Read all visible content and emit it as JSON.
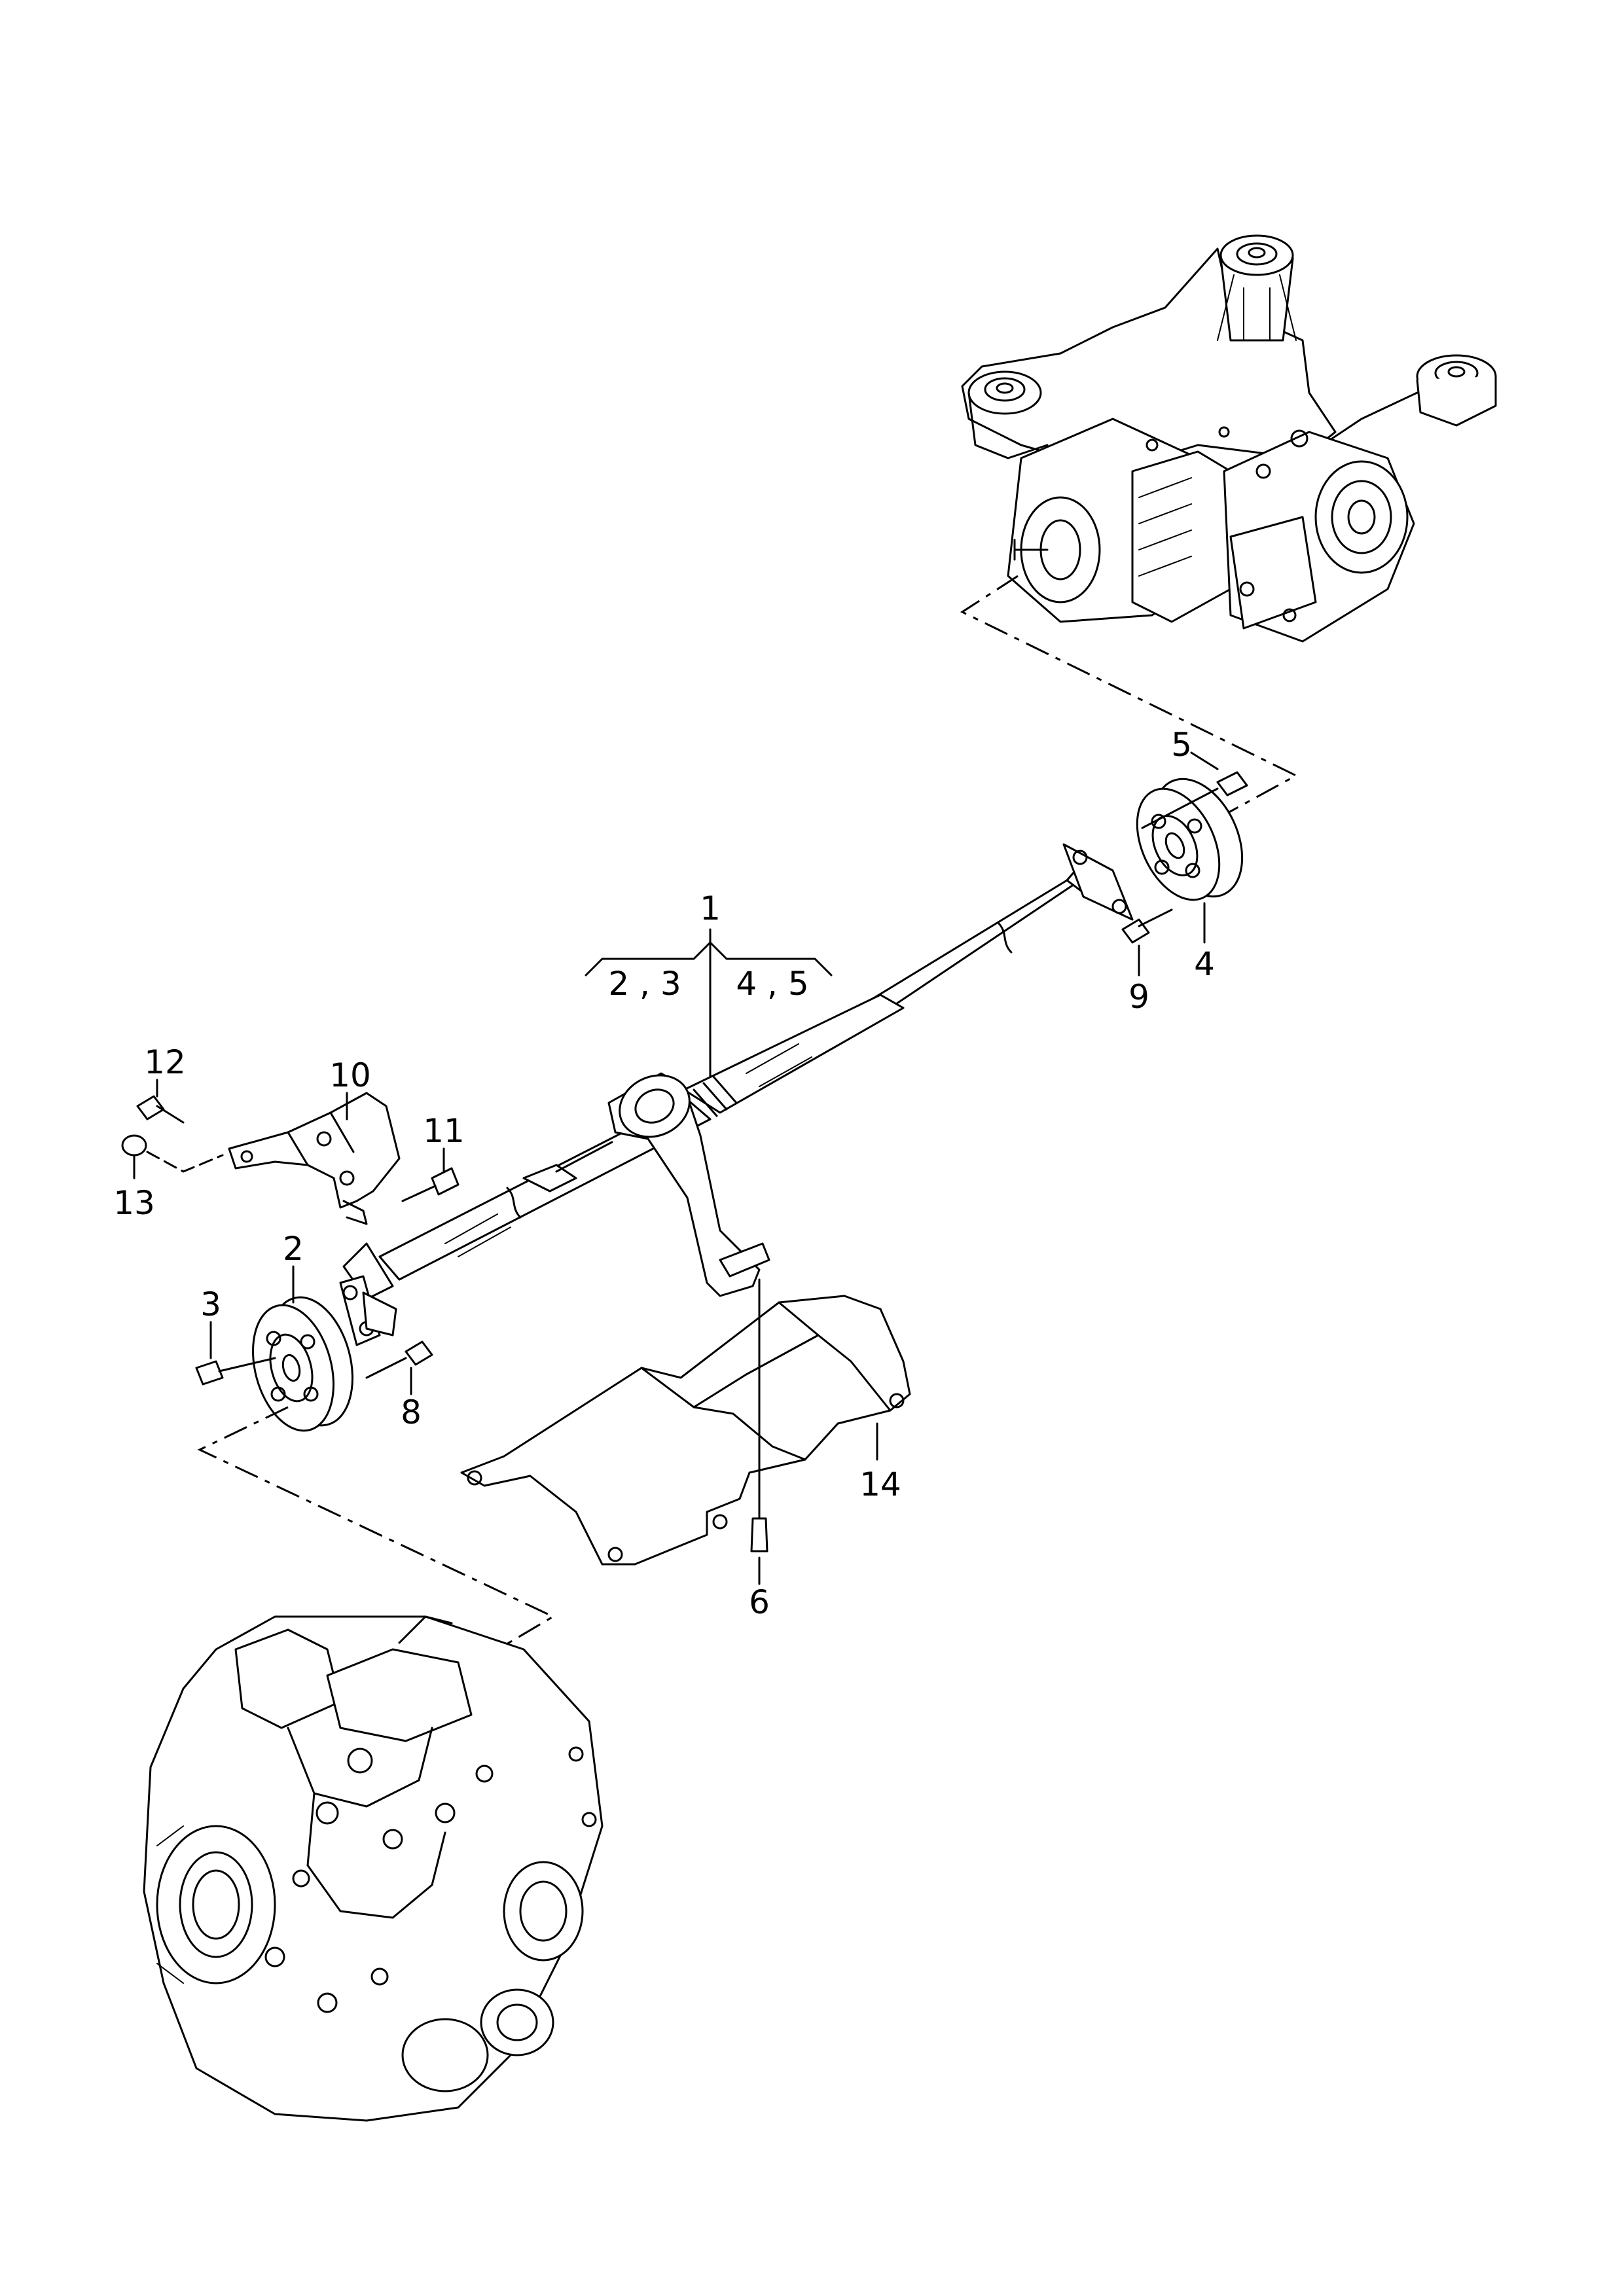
{
  "diagram": {
    "callouts": {
      "c1": "1",
      "c2": "2",
      "c3": "3",
      "c4": "4",
      "c5": "5",
      "c6": "6",
      "c8": "8",
      "c9": "9",
      "c10": "10",
      "c11": "11",
      "c12": "12",
      "c13": "13",
      "c14": "14",
      "group_left": "2 , 3",
      "group_right": "4 , 5"
    },
    "parts": [
      "rear-final-drive",
      "gearbox",
      "propshaft",
      "flex-joint-front",
      "flex-joint-rear",
      "center-support-bearing",
      "heat-shield",
      "shaft-cover-bracket"
    ],
    "line_color": "#000000",
    "background": "#ffffff"
  }
}
